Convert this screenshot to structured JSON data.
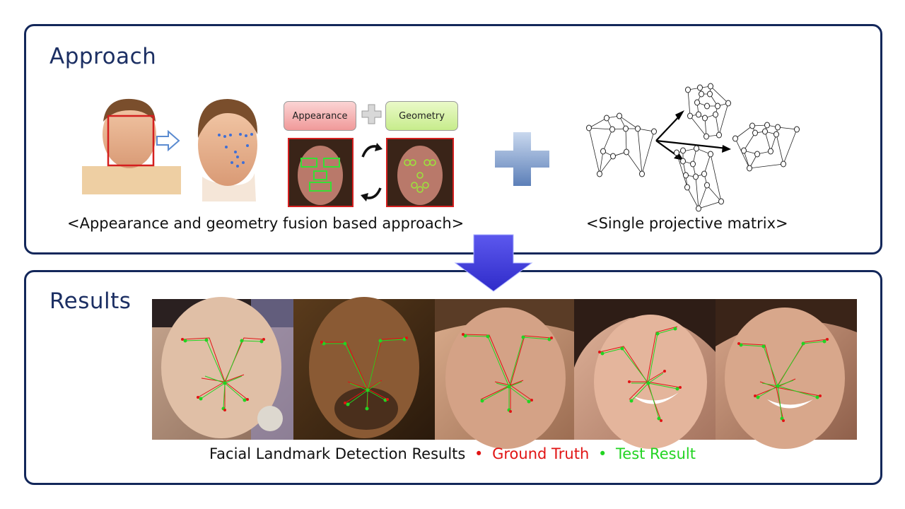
{
  "approach": {
    "title": "Approach",
    "appearance_label": "Appearance",
    "geometry_label": "Geometry",
    "fusion_caption": "<Appearance and geometry fusion based approach>",
    "projective_caption": "<Single projective matrix>"
  },
  "results": {
    "title": "Results",
    "caption": "Facial Landmark Detection Results",
    "bullet": "•",
    "ground_truth_label": "Ground Truth",
    "test_result_label": "Test Result"
  },
  "colors": {
    "panel_border": "#13275a",
    "ground_truth": "#e11414",
    "test_result": "#22d422",
    "down_arrow": "#3b37d8",
    "plus_sign": "#7f9ed0"
  }
}
